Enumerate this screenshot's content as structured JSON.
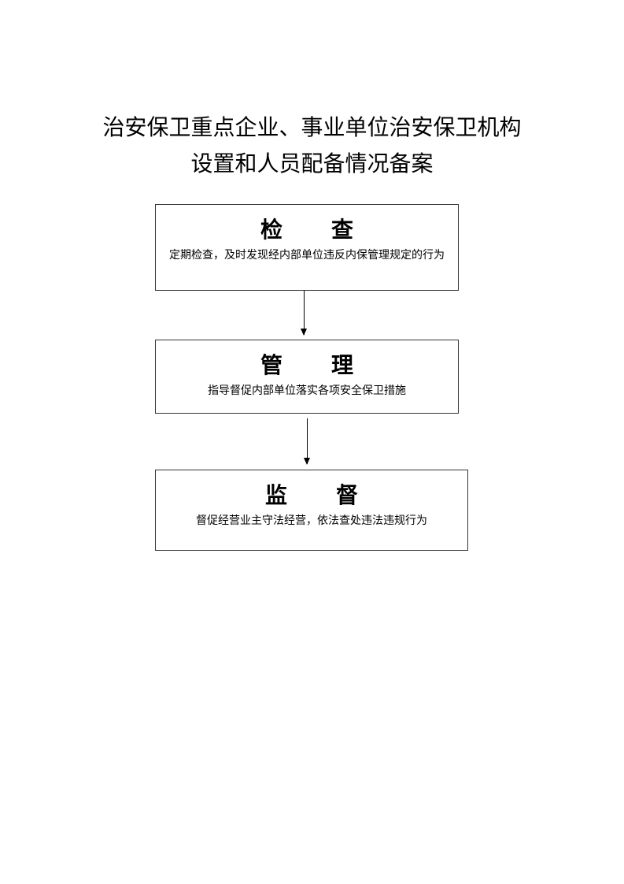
{
  "title": {
    "line1": "治安保卫重点企业、事业单位治安保卫机构",
    "line2": "设置和人员配备情况备案"
  },
  "steps": [
    {
      "head": [
        "检",
        "查"
      ],
      "desc": "定期检查，及时发现经内部单位违反内保管理规定的行为"
    },
    {
      "head": [
        "管",
        "理"
      ],
      "desc": "指导督促内部单位落实各项安全保卫措施"
    },
    {
      "head": [
        "监",
        "督"
      ],
      "desc": "督促经营业主守法经营，依法查处违法违规行为"
    }
  ]
}
